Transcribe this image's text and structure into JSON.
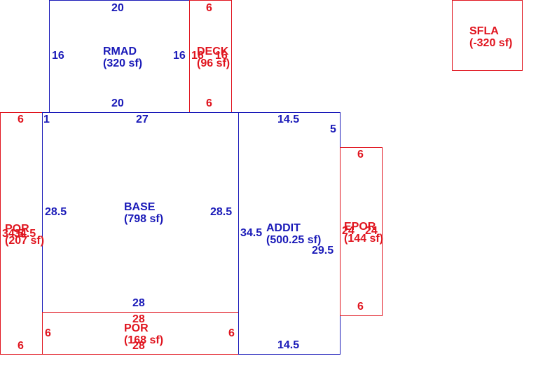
{
  "areas": {
    "rmad": {
      "name": "RMAD",
      "area": "(320 sf)"
    },
    "deck": {
      "name": "DECK",
      "area": "(96 sf)"
    },
    "sfla": {
      "name": "SFLA",
      "area": "(-320 sf)"
    },
    "base": {
      "name": "BASE",
      "area": "(798 sf)"
    },
    "addit": {
      "name": "ADDIT",
      "area": "(500.25 sf)"
    },
    "epor": {
      "name": "EPOR",
      "area": "(144 sf)"
    },
    "por_left": {
      "name": "POR",
      "area": "(207 sf)"
    },
    "por_bottom": {
      "name": "POR",
      "area": "(168 sf)"
    }
  },
  "dims": {
    "rmad_top": "20",
    "rmad_left": "16",
    "rmad_right": "16",
    "rmad_bottom": "20",
    "deck_top": "6",
    "deck_left": "16",
    "deck_right": "16",
    "deck_bottom": "6",
    "base_top": "27",
    "base_left": "28.5",
    "base_right": "28.5",
    "base_bottom": "28",
    "base_corner": "1",
    "addit_top": "14.5",
    "addit_right_top": "5",
    "addit_left": "34.5",
    "addit_right": "29.5",
    "addit_bottom": "14.5",
    "epor_top": "6",
    "epor_left": "24",
    "epor_right": "24",
    "epor_bottom": "6",
    "porl_top": "6",
    "porl_bottom": "6",
    "porl_left": "34.5",
    "porl_right": "34.5",
    "porb_top": "28",
    "porb_bottom": "28",
    "porb_left": "6",
    "porb_right": "6"
  },
  "colors": {
    "building": "#1a1ab8",
    "exterior": "#e0141e"
  }
}
